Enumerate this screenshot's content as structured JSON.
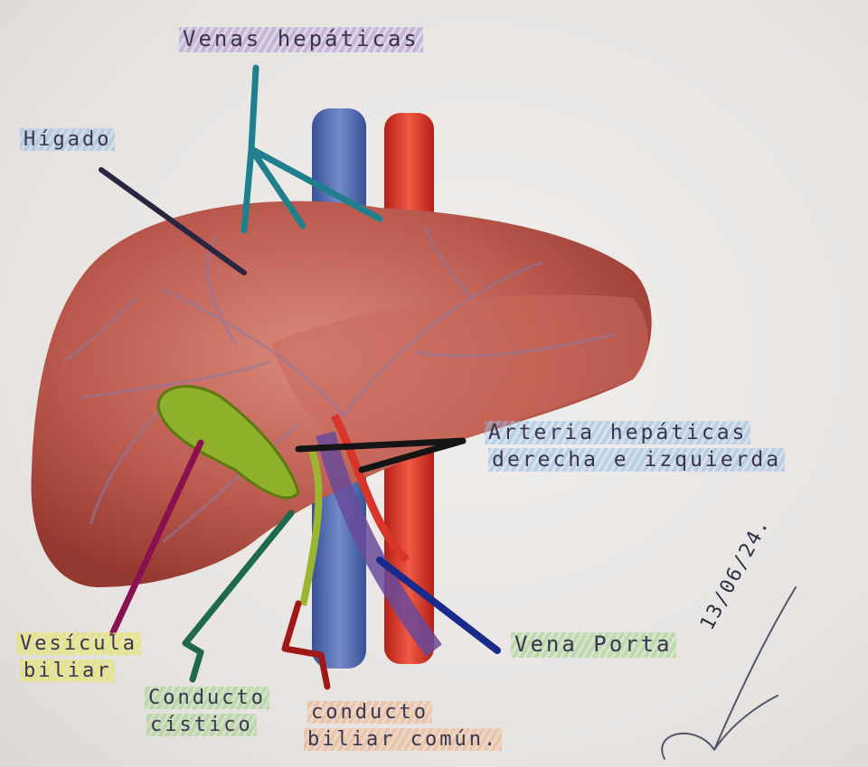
{
  "labels": {
    "venas_hepaticas": "Venas hepáticas",
    "higado": "Hígado",
    "arteria_line1": "Arteria hepáticas",
    "arteria_line2": "derecha e izquierda",
    "vena_porta": "Vena Porta",
    "vesicula_line1": "Vesícula",
    "vesicula_line2": "biliar",
    "cistico_line1": "Conducto",
    "cistico_line2": "cístico",
    "comun_line1": "conducto",
    "comun_line2": "biliar común."
  },
  "date": "13/06/24.",
  "colors": {
    "liver": "#b8544a",
    "liver_light": "#d07a6c",
    "vena_cava": "#4a62a8",
    "aorta": "#d8362a",
    "gallbladder": "#8fb02a",
    "portal": "#6a4a9a",
    "line_venas": "#1f7f8c",
    "line_higado": "#2a2540",
    "line_vesicula": "#8a1050",
    "line_cistico": "#1f6a4a",
    "line_comun": "#a01818",
    "line_arteria": "#151515",
    "line_porta": "#1a2a8a"
  }
}
